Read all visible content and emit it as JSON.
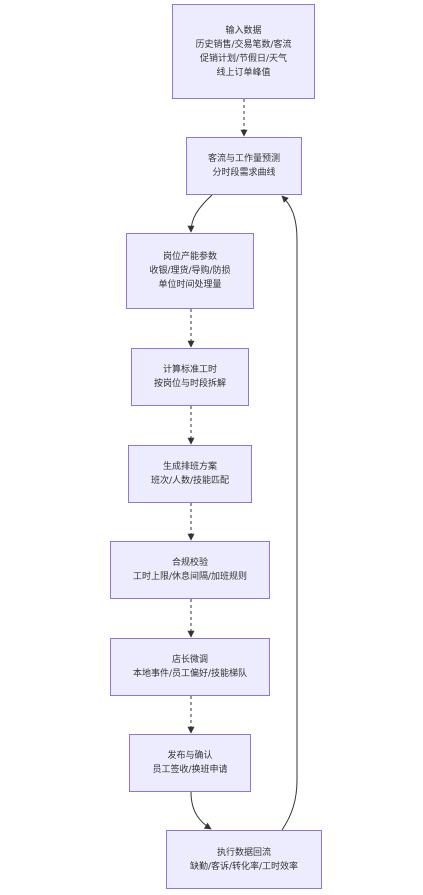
{
  "colors": {
    "node_fill": "#ececfe",
    "node_border": "#9474d6",
    "edge": "#333333",
    "text": "#333333"
  },
  "nodes": [
    {
      "id": "input",
      "lines": [
        "输入数据",
        "历史销售/交易笔数/客流",
        "促销计划/节假日/天气",
        "线上订单峰值"
      ]
    },
    {
      "id": "forecast",
      "lines": [
        "客流与工作量预测",
        "分时段需求曲线"
      ]
    },
    {
      "id": "capacity",
      "lines": [
        "岗位产能参数",
        "收银/理货/导购/防损",
        "单位时间处理量"
      ]
    },
    {
      "id": "hours",
      "lines": [
        "计算标准工时",
        "按岗位与时段拆解"
      ]
    },
    {
      "id": "schedule",
      "lines": [
        "生成排班方案",
        "班次/人数/技能匹配"
      ]
    },
    {
      "id": "compliance",
      "lines": [
        "合规校验",
        "工时上限/休息间隔/加班规则"
      ]
    },
    {
      "id": "manager",
      "lines": [
        "店长微调",
        "本地事件/员工偏好/技能梯队"
      ]
    },
    {
      "id": "publish",
      "lines": [
        "发布与确认",
        "员工签收/换班申请"
      ]
    },
    {
      "id": "feedback",
      "lines": [
        "执行数据回流",
        "缺勤/客诉/转化率/工时效率"
      ]
    }
  ]
}
